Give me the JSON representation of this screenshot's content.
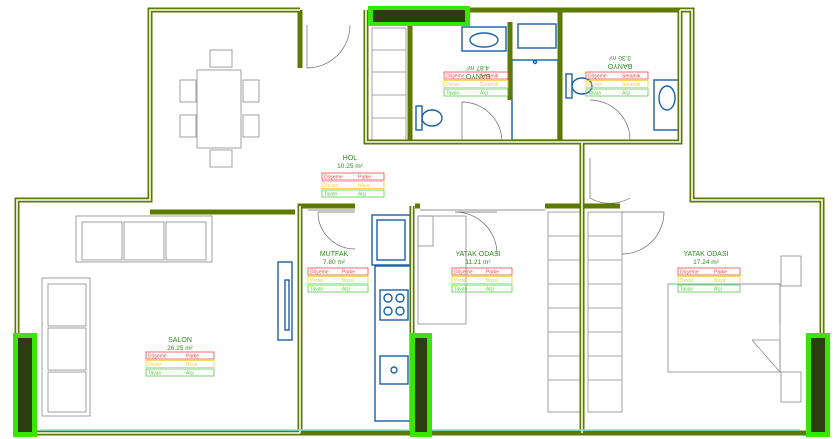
{
  "colors": {
    "wall": "#5c7a00",
    "highlight": "#39e600",
    "fixture": "#1a5fa8",
    "label_text": "#2f8a22",
    "floor_tag": "#e84a4a",
    "wall_tag": "#f0d040",
    "ceiling_tag": "#59c94a",
    "glass": "#8fe0e0"
  },
  "rooms": [
    {
      "key": "salon",
      "name": "SALON",
      "area": "26.25 m²",
      "floor": "Döşeme",
      "floor_type": "Parke",
      "wall": "Duvar",
      "wall_type": "Boya",
      "ceiling": "Tavan",
      "ceiling_type": "Alçı"
    },
    {
      "key": "hol",
      "name": "HOL",
      "area": "10.25 m²",
      "floor": "Döşeme",
      "floor_type": "Parke",
      "wall": "Duvar",
      "wall_type": "Boya",
      "ceiling": "Tavan",
      "ceiling_type": "Alçı"
    },
    {
      "key": "mutfak",
      "name": "MUTFAK",
      "area": "7.80 m²",
      "floor": "Döşeme",
      "floor_type": "Parke",
      "wall": "Duvar",
      "wall_type": "Boya",
      "ceiling": "Tavan",
      "ceiling_type": "Alçı"
    },
    {
      "key": "yatak1",
      "name": "YATAK ODASI",
      "area": "11.21 m²",
      "floor": "Döşeme",
      "floor_type": "Parke",
      "wall": "Duvar",
      "wall_type": "Boya",
      "ceiling": "Tavan",
      "ceiling_type": "Alçı"
    },
    {
      "key": "yatak2",
      "name": "YATAK ODASI",
      "area": "17.24 m²",
      "floor": "Döşeme",
      "floor_type": "Parke",
      "wall": "Duvar",
      "wall_type": "Boya",
      "ceiling": "Tavan",
      "ceiling_type": "Alçı"
    },
    {
      "key": "banyo1",
      "name": "BANYO",
      "area": "4.87 m²",
      "floor": "Döşeme",
      "floor_type": "Seramik",
      "wall": "Duvar",
      "wall_type": "Seramik",
      "ceiling": "Tavan",
      "ceiling_type": "Alçı"
    },
    {
      "key": "banyo2",
      "name": "BANYO",
      "area": "3.30 m²",
      "floor": "Döşeme",
      "floor_type": "Seramik",
      "wall": "Duvar",
      "wall_type": "Seramik",
      "ceiling": "Tavan",
      "ceiling_type": "Alçı"
    }
  ]
}
